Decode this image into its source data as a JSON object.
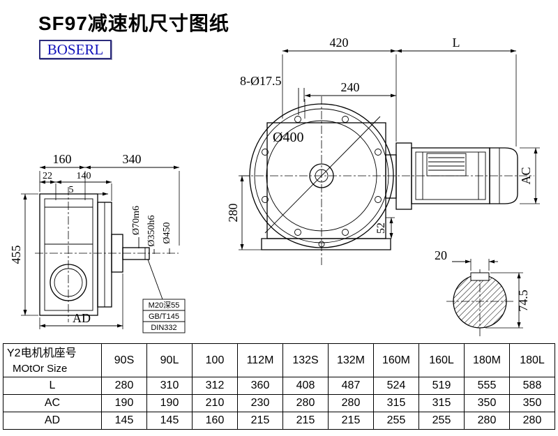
{
  "page": {
    "title": "SF97减速机尺寸图纸",
    "logo": "BOSERL"
  },
  "drawing": {
    "side": {
      "d160": "160",
      "d340": "340",
      "d22": "22",
      "d140": "140",
      "d5": "5",
      "d455": "455",
      "dAD": "AD",
      "d70": "Ø70m6",
      "d350": "Ø350h6",
      "d450": "Ø450",
      "noteM20": "M20深55",
      "noteGB": "GB/T145",
      "noteDIN": "DIN332"
    },
    "front": {
      "d420": "420",
      "dL": "L",
      "bolt": "8-Ø17.5",
      "d240": "240",
      "d400": "Ø400",
      "d280": "280",
      "d52": "52"
    },
    "motor": {
      "dAC": "AC"
    },
    "shaft": {
      "d20": "20",
      "d745": "74.5"
    }
  },
  "table": {
    "header_cn": "Y2电机机座号",
    "header_en": "MOtOr Size",
    "sizes": [
      "90S",
      "90L",
      "100",
      "112M",
      "132S",
      "132M",
      "160M",
      "160L",
      "180M",
      "180L"
    ],
    "rows": [
      {
        "label": "L",
        "values": [
          "280",
          "310",
          "312",
          "360",
          "408",
          "487",
          "524",
          "519",
          "555",
          "588"
        ]
      },
      {
        "label": "AC",
        "values": [
          "190",
          "190",
          "210",
          "230",
          "280",
          "280",
          "315",
          "315",
          "350",
          "350"
        ]
      },
      {
        "label": "AD",
        "values": [
          "145",
          "145",
          "160",
          "215",
          "215",
          "215",
          "255",
          "255",
          "280",
          "280"
        ]
      }
    ]
  }
}
